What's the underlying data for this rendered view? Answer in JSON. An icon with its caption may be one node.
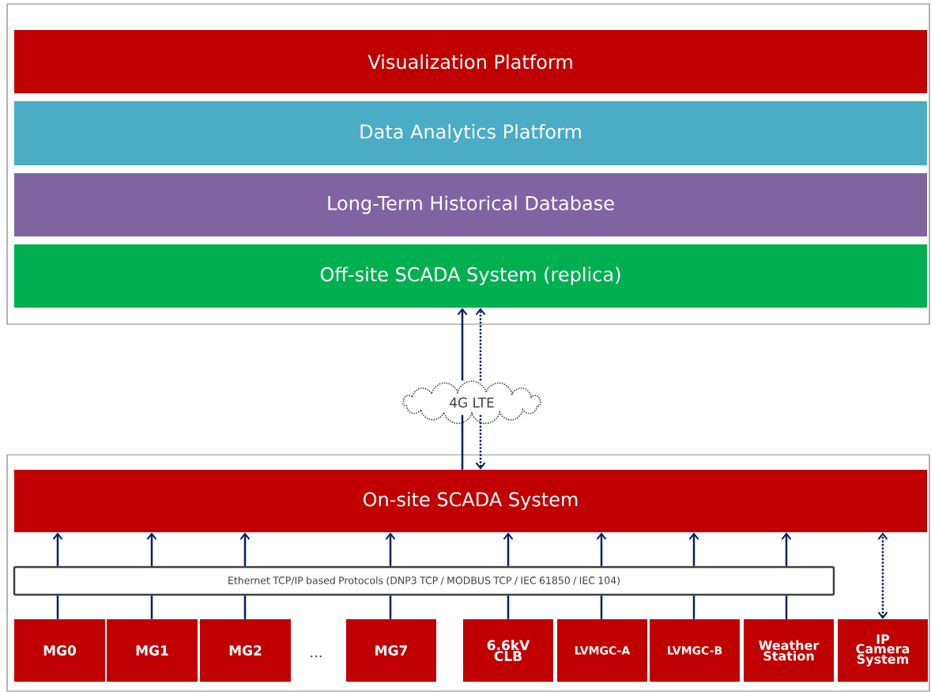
{
  "diagram": {
    "nodes": [
      {
        "text": [],
        "shape": "box"
      },
      {
        "text": [
          "Visualization Platform"
        ],
        "in": 0
      },
      {
        "text": [
          "Data Analytics Platform"
        ],
        "in": 0
      },
      {
        "text": [
          "Long-Term Historical Database"
        ],
        "in": 0
      },
      {
        "text": [
          "Off-site SCADA System (replica)"
        ],
        "in": 0
      },
      {
        "text": [
          "4G LTE"
        ]
      },
      {
        "text": [],
        "shape": "box"
      },
      {
        "text": [
          "On-site SCADA System"
        ],
        "in": 6
      },
      {
        "text": [
          "Ethernet TCP/IP based Protocols (DNP3 TCP / MODBUS TCP / IEC 61850 / IEC 104)"
        ],
        "in": 6
      },
      {
        "text": [
          "MG0"
        ],
        "in": 6
      },
      {
        "text": [
          "MG1"
        ],
        "in": 6
      },
      {
        "text": [
          "MG2"
        ],
        "in": 6
      },
      {
        "text": [
          "MG7"
        ],
        "in": 6
      },
      {
        "text": [
          "6.6kV CLB"
        ],
        "in": 6
      },
      {
        "text": [
          "LVMGC-A"
        ],
        "in": 6
      },
      {
        "text": [
          "LVMGC-B"
        ],
        "in": 6
      },
      {
        "text": [
          "Weather Station"
        ],
        "in": 6
      },
      {
        "text": [
          "IP Camera System"
        ],
        "in": 6
      }
    ],
    "edges": [
      {
        "from": 7,
        "to": 5,
        "arrow": "none"
      },
      {
        "from": 5,
        "to": 4,
        "arrow": "to"
      },
      {
        "from": 5,
        "to": 4,
        "arrow": "to",
        "style": "dashed"
      },
      {
        "from": 5,
        "to": 7,
        "arrow": "to",
        "style": "dashed"
      },
      {
        "from": 9,
        "to": 8,
        "arrow": "none"
      },
      {
        "from": 8,
        "to": 7,
        "arrow": "to"
      },
      {
        "from": 10,
        "to": 8,
        "arrow": "none"
      },
      {
        "from": 8,
        "to": 7,
        "arrow": "to"
      },
      {
        "from": 11,
        "to": 8,
        "arrow": "none"
      },
      {
        "from": 8,
        "to": 7,
        "arrow": "to"
      },
      {
        "from": 12,
        "to": 8,
        "arrow": "none"
      },
      {
        "from": 8,
        "to": 7,
        "arrow": "to"
      },
      {
        "from": 13,
        "to": 8,
        "arrow": "none"
      },
      {
        "from": 8,
        "to": 7,
        "arrow": "to"
      },
      {
        "from": 14,
        "to": 8,
        "arrow": "none"
      },
      {
        "from": 8,
        "to": 7,
        "arrow": "to"
      },
      {
        "from": 15,
        "to": 8,
        "arrow": "none"
      },
      {
        "from": 8,
        "to": 7,
        "arrow": "to"
      },
      {
        "from": 16,
        "to": 8,
        "arrow": "none"
      },
      {
        "from": 8,
        "to": 7,
        "arrow": "to"
      },
      {
        "from": 17,
        "to": 7,
        "arrow": "both",
        "style": "dashed"
      }
    ],
    "labels": [
      "..."
    ]
  }
}
